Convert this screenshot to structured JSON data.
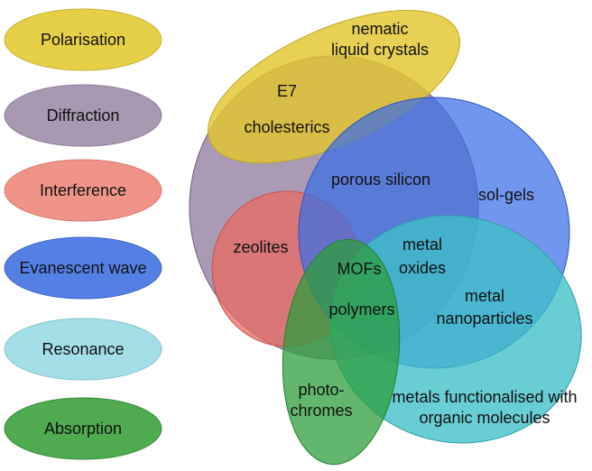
{
  "legend": {
    "items": [
      {
        "label": "Polarisation",
        "color": "#e6d048"
      },
      {
        "label": "Diffraction",
        "color": "#a898b2"
      },
      {
        "label": "Interference",
        "color": "#f0948a"
      },
      {
        "label": "Evanescent wave",
        "color": "#5480e6"
      },
      {
        "label": "Resonance",
        "color": "#a4dee6"
      },
      {
        "label": "Absorption",
        "color": "#4faa50"
      }
    ]
  },
  "regions": {
    "nematic_liquid_crystals": [
      "nematic",
      "liquid crystals"
    ],
    "e7": "E7",
    "cholesterics": "cholesterics",
    "porous_silicon": "porous silicon",
    "sol_gels": "sol-gels",
    "zeolites": "zeolites",
    "metal_oxides": [
      "metal",
      "oxides"
    ],
    "mofs": "MOFs",
    "polymers": "polymers",
    "metal_nanoparticles": [
      "metal",
      "nanoparticles"
    ],
    "photochromes": [
      "photo-",
      "chromes"
    ],
    "metals_functionalised": [
      "metals functionalised with",
      "organic molecules"
    ]
  },
  "colors": {
    "diffraction_fill": "#8a7396",
    "evanescent_fill": "#3a6ee6",
    "interference_fill": "#e86a63",
    "resonance_fill": "#3fbfc8",
    "absorption_fill": "#2e9e3c",
    "polarisation_fill": "#e2c62e"
  }
}
